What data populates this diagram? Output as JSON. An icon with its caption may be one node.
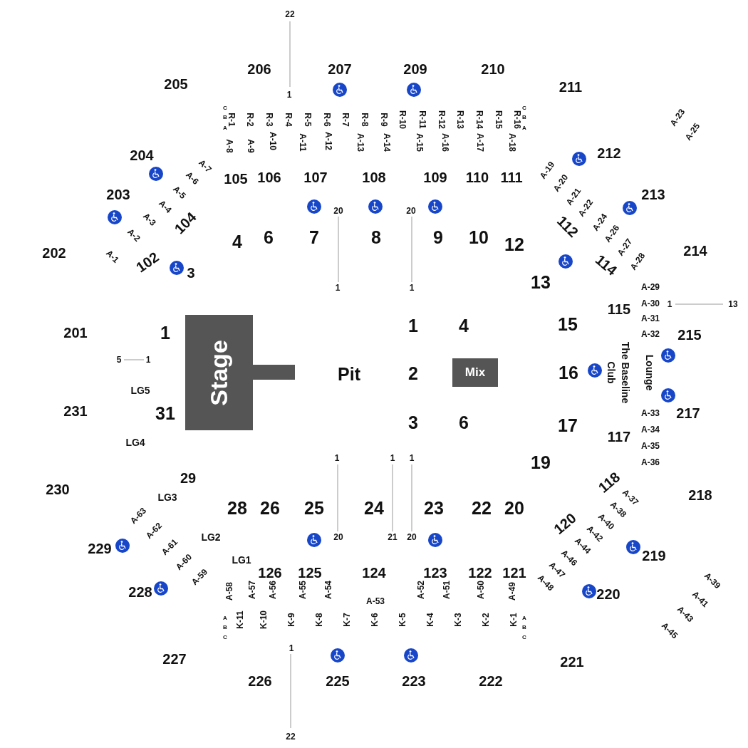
{
  "diagram": {
    "nodes": [
      {
        "text": [
          "Stage"
        ]
      },
      {
        "text": [
          "Mix"
        ]
      }
    ],
    "labels": [
      "22",
      "206",
      "207",
      "209",
      "210",
      "205",
      "211",
      "1",
      "A-23",
      "A-25",
      "C",
      "B",
      "A",
      "R-1",
      "R-2",
      "R-3",
      "R-4",
      "R-5",
      "R-6",
      "R-7",
      "R-8",
      "R-9",
      "R-10",
      "R-11",
      "R-12",
      "R-13",
      "R-14",
      "R-15",
      "R-16",
      "C",
      "B",
      "A",
      "A-8",
      "A-9",
      "A-10",
      "A-11",
      "A-12",
      "A-13",
      "A-14",
      "A-15",
      "A-16",
      "A-17",
      "A-18",
      "204",
      "212",
      "A-7",
      "A-6",
      "A-5",
      "A-4",
      "A-3",
      "A-2",
      "A-1",
      "A-19",
      "A-20",
      "A-21",
      "A-22",
      "105",
      "106",
      "107",
      "108",
      "109",
      "110",
      "111",
      "203",
      "213",
      "A-24",
      "A-26",
      "A-27",
      "A-28",
      "104",
      "112",
      "20",
      "20",
      "4",
      "6",
      "7",
      "8",
      "9",
      "10",
      "12",
      "202",
      "214",
      "102",
      "114",
      "3",
      "13",
      "1",
      "1",
      "A-29",
      "A-30",
      "1",
      "13",
      "115",
      "A-31",
      "A-32",
      "201",
      "1",
      "1",
      "4",
      "15",
      "215",
      "The Baseline Club",
      "Lounge",
      "5",
      "1",
      "Pit",
      "2",
      "16",
      "LG5",
      "231",
      "31",
      "3",
      "6",
      "17",
      "217",
      "A-33",
      "A-34",
      "117",
      "A-35",
      "LG4",
      "A-36",
      "1",
      "1",
      "1",
      "19",
      "230",
      "LG3",
      "29",
      "118",
      "A-37",
      "218",
      "A-63",
      "28",
      "26",
      "25",
      "24",
      "23",
      "22",
      "20",
      "120",
      "A-40",
      "A-38",
      "229",
      "A-62",
      "A-61",
      "LG2",
      "20",
      "21",
      "20",
      "A-44",
      "A-42",
      "219",
      "A-60",
      "A-59",
      "LG1",
      "126",
      "125",
      "124",
      "123",
      "122",
      "121",
      "A-48",
      "A-47",
      "A-46",
      "A-39",
      "228",
      "220",
      "A-41",
      "A-58",
      "A-57",
      "A-56",
      "A-55",
      "A-54",
      "A-53",
      "A-52",
      "A-51",
      "A-50",
      "A-49",
      "A-43",
      "A",
      "B",
      "C",
      "K-11",
      "K-10",
      "K-9",
      "K-8",
      "K-7",
      "K-6",
      "K-5",
      "K-4",
      "K-3",
      "K-2",
      "K-1",
      "A",
      "B",
      "C",
      "A-45",
      "1",
      "227",
      "221",
      "226",
      "225",
      "223",
      "222",
      "22"
    ]
  }
}
